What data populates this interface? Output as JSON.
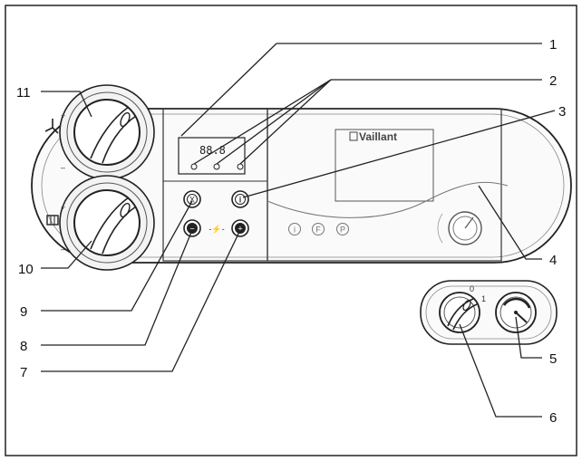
{
  "brand": {
    "name": "Vaillant"
  },
  "display": {
    "lcd_text": "88.8"
  },
  "callouts": [
    {
      "number": "1"
    },
    {
      "number": "2"
    },
    {
      "number": "3"
    },
    {
      "number": "4"
    },
    {
      "number": "5"
    },
    {
      "number": "6"
    },
    {
      "number": "7"
    },
    {
      "number": "8"
    },
    {
      "number": "9"
    },
    {
      "number": "10"
    },
    {
      "number": "11"
    }
  ],
  "dhw_knob": {
    "plus": "+",
    "minus": "–"
  },
  "heating_knob": {
    "plus": "+",
    "minus": "–"
  },
  "buttons": {
    "reset_symbol": "X",
    "info_symbol": "i",
    "minus_symbol": "−",
    "plus_symbol": "+",
    "chimney_symbol": "-⚡-"
  },
  "mode_symbols": {
    "i": "i",
    "f": "F",
    "p": "P"
  },
  "switch_labels": {
    "off": "0",
    "on": "1"
  },
  "icons": [
    "tap-icon",
    "radiator-icon",
    "reset-icon",
    "info-icon",
    "minus-icon",
    "plus-icon",
    "chimney-sweep-icon",
    "pressure-gauge-icon"
  ],
  "colors": {
    "line": "#222222",
    "light_line": "#555555",
    "background": "#ffffff"
  }
}
